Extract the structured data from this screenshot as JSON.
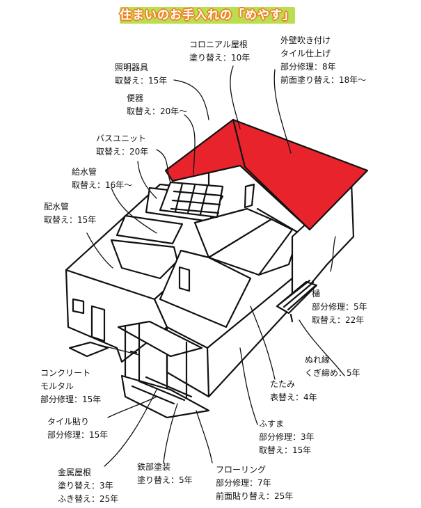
{
  "title": "住まいのお手入れの「めやす」",
  "colors": {
    "roof": "#e8232c",
    "title_band": "#b9df4f",
    "title_outline": "#f0801e"
  },
  "labels": {
    "colonial_roof": [
      "コロニアル屋根",
      "塗り替え：10年"
    ],
    "exterior_wall": [
      "外壁吹き付け",
      "タイル仕上げ",
      "部分修理：8年",
      "前面塗り替え：18年～"
    ],
    "lighting": [
      "照明器具",
      "取替え：15年"
    ],
    "toilet": [
      "便器",
      "取替え：20年～"
    ],
    "bath_unit": [
      "バスユニット",
      "取替え：20年"
    ],
    "water_supply": [
      "給水管",
      "取替え：16年～"
    ],
    "drain_pipe": [
      "配水管",
      "取替え：15年"
    ],
    "gutter": [
      "樋",
      "部分修理：5年",
      "取替え：22年"
    ],
    "veranda": [
      "ぬれ縁",
      "くぎ締め：5年"
    ],
    "concrete": [
      "コンクリート",
      "モルタル",
      "部分修理：15年"
    ],
    "tatami": [
      "たたみ",
      "表替え：4年"
    ],
    "tile": [
      "タイル貼り",
      "部分修理：15年"
    ],
    "fusuma": [
      "ふすま",
      "部分修理：3年",
      "取替え：15年"
    ],
    "metal_roof": [
      "金属屋根",
      "塗り替え：3年",
      "ふき替え：25年"
    ],
    "iron_paint": [
      "鉄部塗装",
      "塗り替え：5年"
    ],
    "flooring": [
      "フローリング",
      "部分修理：7年",
      "前面貼り替え：25年"
    ]
  }
}
